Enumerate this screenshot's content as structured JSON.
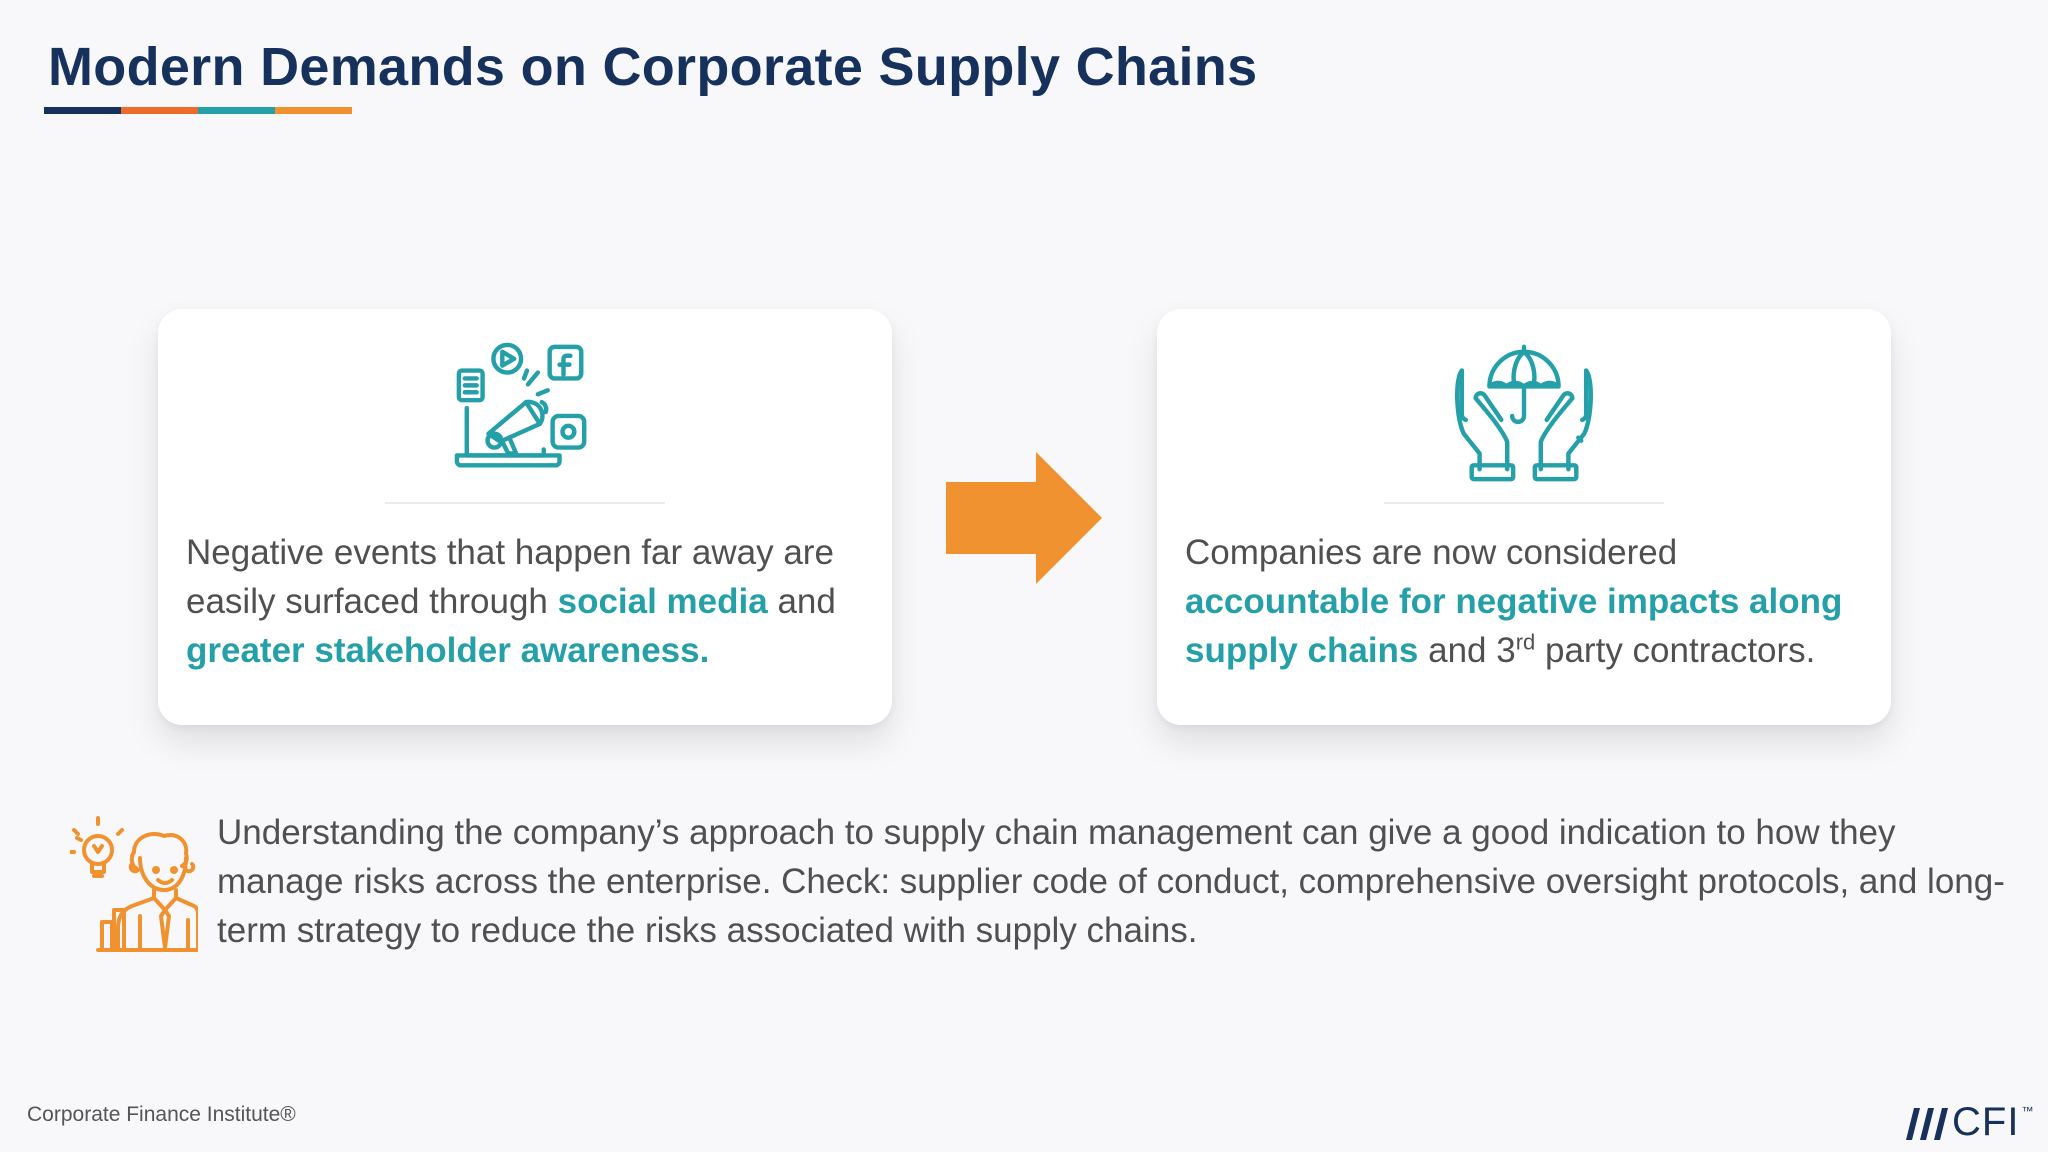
{
  "slide": {
    "title": "Modern Demands on Corporate Supply Chains",
    "underline_colors": [
      "#16325c",
      "#ee6c2b",
      "#25a0a8",
      "#f0922f"
    ]
  },
  "left_card": {
    "icon": "social-media-megaphone-icon",
    "text_1": "Negative events that happen far away are easily surfaced through ",
    "highlight_1": "social media",
    "text_2": " and ",
    "highlight_2": "greater stakeholder awareness."
  },
  "arrow": {
    "icon": "right-arrow-icon",
    "color": "#f0922f"
  },
  "right_card": {
    "icon": "hands-umbrella-icon",
    "text_1": "Companies are now considered ",
    "highlight_1": "accountable for negative impacts along supply chains",
    "text_2": " and 3",
    "superscript": "rd",
    "text_3": " party contractors."
  },
  "insight": {
    "icon": "businessman-idea-icon",
    "text": "Understanding the company’s approach to supply chain management can give a good indication to how they manage risks across the enterprise. Check: supplier code of conduct, comprehensive oversight protocols, and long-term strategy to reduce the risks associated with supply chains."
  },
  "footer": {
    "company": "Corporate Finance Institute®",
    "logo_text": "CFI",
    "logo_tm": "™"
  },
  "colors": {
    "navy": "#16325c",
    "teal": "#25a0a8",
    "orange": "#f0922f",
    "body_text": "#505050"
  }
}
